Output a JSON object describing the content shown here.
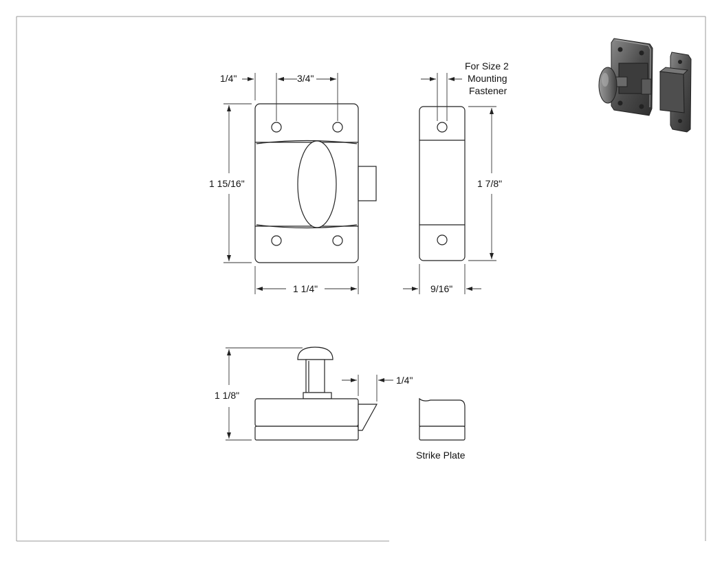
{
  "labels": {
    "front_width_left": "1/4\"",
    "front_hole_spacing": "3/4\"",
    "front_height": "1 15/16\"",
    "front_width": "1 1/4\"",
    "note_line1": "For Size 2",
    "note_line2": "Mounting",
    "note_line3": "Fastener",
    "side_height": "1 7/8\"",
    "side_width": "9/16\"",
    "bottom_height": "1 1/8\"",
    "bolt_throw": "1/4\"",
    "strike_plate": "Strike Plate"
  },
  "colors": {
    "line": "#222222",
    "background": "#ffffff",
    "photo_metal": "#4a4a4a"
  }
}
